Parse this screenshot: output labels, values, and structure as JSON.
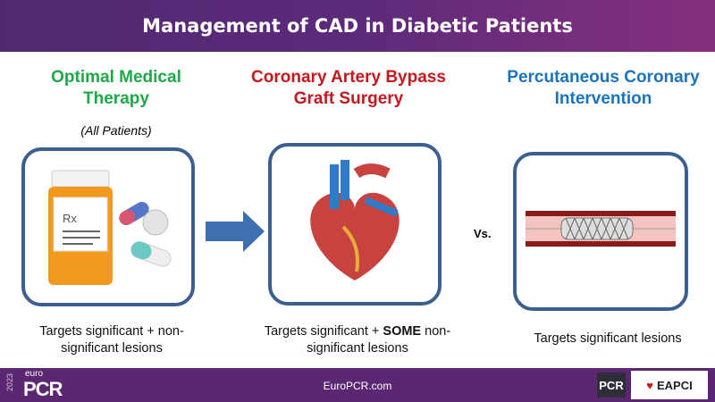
{
  "header": {
    "title": "Management of CAD in Diabetic Patients"
  },
  "columns": [
    {
      "title": "Optimal Medical Therapy",
      "subtitle": "(All Patients)",
      "caption": "Targets significant + non-significant lesions",
      "color": "#1fa84a"
    },
    {
      "title": "Coronary Artery Bypass Graft Surgery",
      "caption_pre": "Targets significant + ",
      "caption_bold": "SOME",
      "caption_post": " non-significant lesions",
      "color": "#c8161d"
    },
    {
      "title": "Percutaneous Coronary Intervention",
      "caption": "Targets significant lesions",
      "color": "#1c73bd"
    }
  ],
  "vs_label": "Vs.",
  "pill_label": "Rx",
  "footer": {
    "year": "2023",
    "logo_small": "euro",
    "logo_big": "PCR",
    "url": "EuroPCR.com",
    "pcr_logo": "PCR",
    "eapci_logo": "EAPCI"
  }
}
